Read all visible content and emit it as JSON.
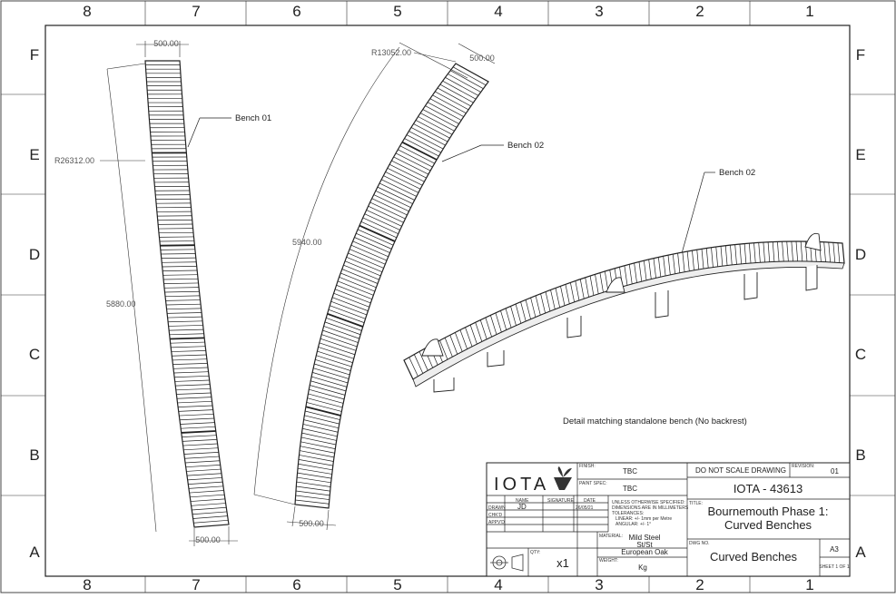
{
  "zones": {
    "columns": [
      "8",
      "7",
      "6",
      "5",
      "4",
      "3",
      "2",
      "1"
    ],
    "rows": [
      "F",
      "E",
      "D",
      "C",
      "B",
      "A"
    ]
  },
  "dimensions": {
    "b1_top_width": "500.00",
    "b1_radius": "R26312.00",
    "b1_length": "5880.00",
    "b1_bottom_width": "500.00",
    "b2_radius": "R13052.00",
    "b2_top_width": "500.00",
    "b2_length": "5940.00",
    "b2_bottom_width": "500.00"
  },
  "callouts": {
    "bench01": "Bench 01",
    "bench02_plan": "Bench 02",
    "bench02_iso": "Bench 02",
    "detail_note": "Detail matching standalone bench (No backrest)"
  },
  "title_block": {
    "logo": "IOTA",
    "finish_label": "FINISH:",
    "finish": "TBC",
    "paint_label": "PAINT SPEC:",
    "paint": "TBC",
    "do_not_scale": "DO NOT SCALE DRAWING",
    "revision_label": "REVISION:",
    "revision": "01",
    "project_no": "IOTA - 43613",
    "col_name": "NAME",
    "col_signature": "SIGNATURE",
    "col_date": "DATE",
    "row_drawn": "DRAWN",
    "row_chkd": "CHK'D",
    "row_appvd": "APPV'D",
    "drawn_name": "JD",
    "drawn_date": "26/05/21",
    "tol1": "UNLESS OTHERWISE SPECIFIED:",
    "tol2": "DIMENSIONS ARE IN MILLIMETERS",
    "tol3": "TOLERANCES:",
    "tol4": "LINEAR: +/- 1mm per Metre",
    "tol5": "ANGULAR: +/- 1°",
    "title_label": "TITLE:",
    "title1": "Bournemouth Phase 1:",
    "title2": "Curved Benches",
    "material_label": "MATERIAL:",
    "mat1": "Mild Steel",
    "mat2": "St/St",
    "mat3": "European Oak",
    "qty_label": "QTY:",
    "qty": "x1",
    "weight_label": "WEIGHT:",
    "weight": "Kg",
    "dwg_label": "DWG NO.",
    "dwg": "Curved Benches",
    "size": "A3",
    "sheet": "SHEET 1 OF 1"
  }
}
